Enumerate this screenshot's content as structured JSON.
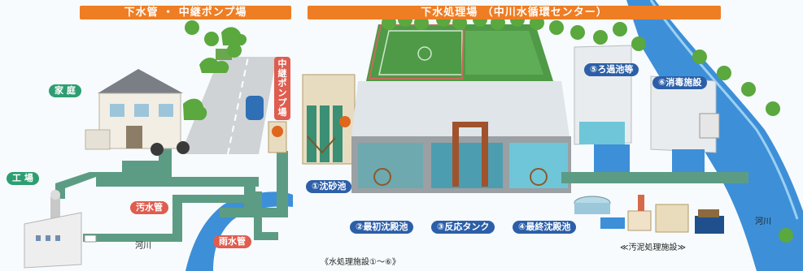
{
  "banners": {
    "left": "下水管 ・ 中継ポンプ場",
    "right": "下水処理場 （中川水循環センター）"
  },
  "labels": {
    "home": "家 庭",
    "factory": "工 場",
    "sewage_pipe": "汚水管",
    "rain_pipe": "雨水管",
    "river_left": "河川",
    "river_right": "河川",
    "pump_station": "中継ポンプ場",
    "grit": "①沈砂池",
    "primary": "②最初沈殿池",
    "reaction": "③反応タンク",
    "final": "④最終沈殿池",
    "filter": "⑤ろ過池等",
    "disinfect": "⑥消毒施設",
    "water_facility": "《水処理施設①～⑥》",
    "sludge_facility": "≪汚泥処理施設≫"
  },
  "colors": {
    "banner": "#ef7d24",
    "pipe": "#5d9c84",
    "label_green": "#2e9e72",
    "label_red": "#df5d4f",
    "label_blue": "#2c5fa8",
    "river": "#3d8fd8",
    "field": "#4f9a46"
  }
}
